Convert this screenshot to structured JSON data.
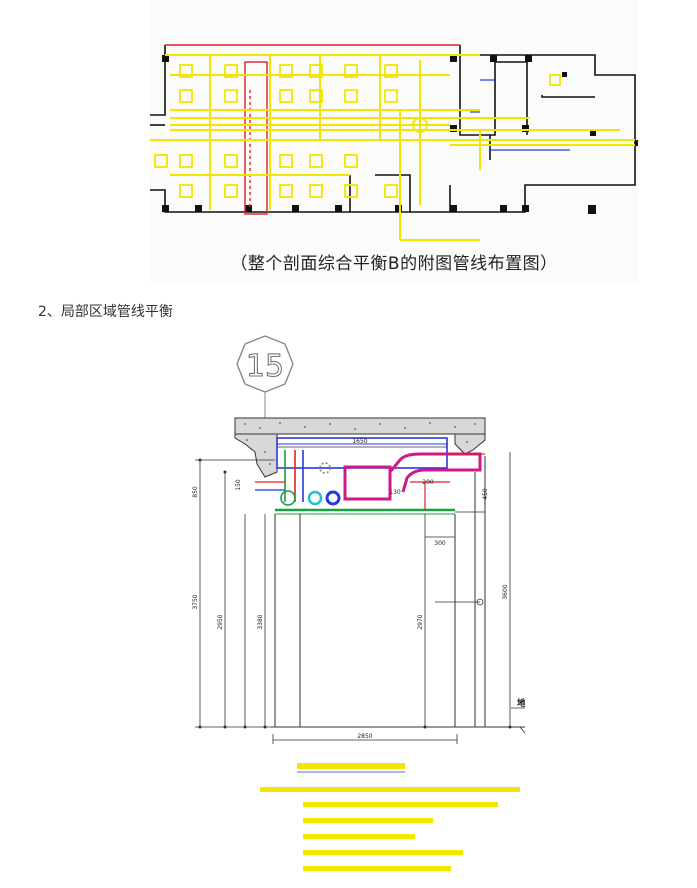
{
  "figure1": {
    "caption": "（整个剖面综合平衡B的附图管线布置图）"
  },
  "section": {
    "heading": "2、局部区域管线平衡"
  },
  "figure2": {
    "detail_number": "15",
    "dimensions": {
      "top_width": "1650",
      "bottom_width": "2850",
      "left_height_a": "3750",
      "left_height_b": "2950",
      "left_height_c": "3380",
      "mid_height": "2970",
      "right_height": "3600",
      "small_a": "850",
      "small_b": "150",
      "small_c": "130",
      "small_d": "200",
      "small_e": "450",
      "small_f": "300"
    },
    "floor_label": "地坪完成面"
  },
  "colors": {
    "cad_yellow": "#f2e600",
    "cad_red": "#e0202a",
    "cad_blue": "#2838e0",
    "cad_magenta": "#d01888",
    "cad_green": "#1aa040",
    "cad_cyan": "#20c0d0",
    "cad_black": "#111111",
    "text_dark": "#222222"
  }
}
